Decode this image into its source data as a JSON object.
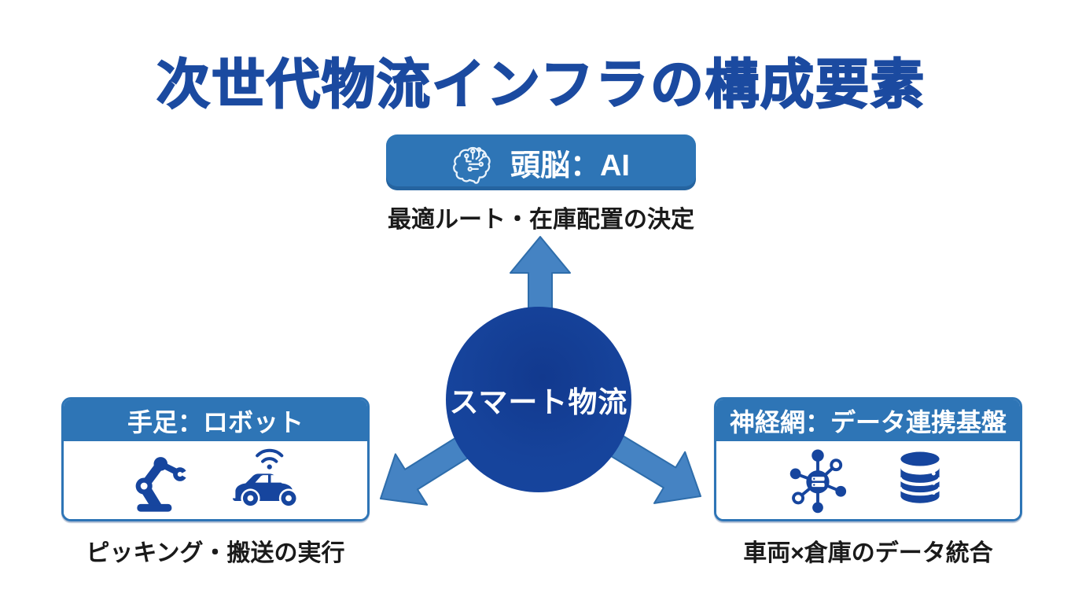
{
  "title": "次世代物流インフラの構成要素",
  "center_hub": {
    "label": "スマート物流"
  },
  "nodes": {
    "top": {
      "label": "頭脳：AI",
      "caption": "最適ルート・在庫配置の決定",
      "icon": "brain-circuit"
    },
    "left": {
      "label": "手足：ロボット",
      "caption": "ピッキング・搬送の実行",
      "icons": [
        "robot-arm",
        "connected-car"
      ]
    },
    "right": {
      "label": "神経網：データ連携基盤",
      "caption": "車両×倉庫のデータ統合",
      "icons": [
        "network-hub",
        "database"
      ]
    }
  },
  "colors": {
    "title_navy": "#1b4aa0",
    "hub_navy": "#16439b",
    "panel_blue": "#2e75b6",
    "arrow_blue": "#4583c3",
    "icon_navy": "#16459e",
    "caption_black": "#1a1a1a",
    "background": "#ffffff"
  }
}
